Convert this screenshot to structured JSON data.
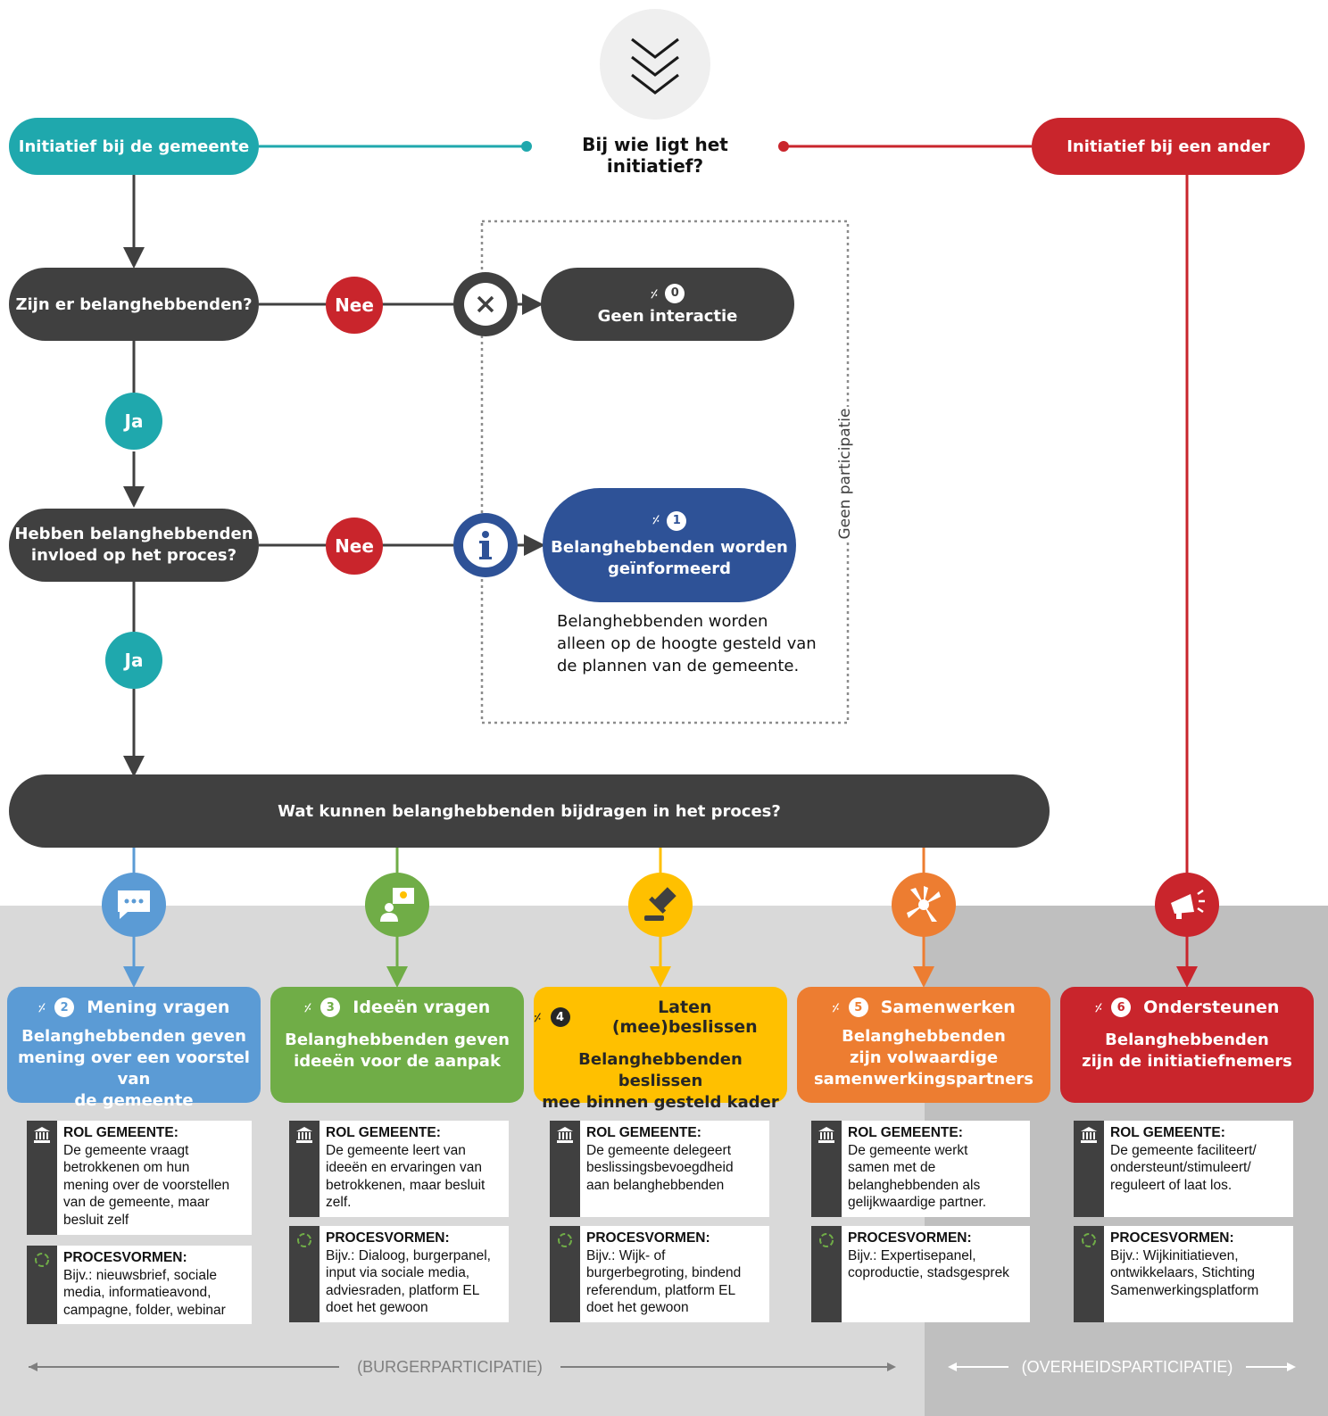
{
  "header": {
    "question": "Bij wie ligt het initiatief?",
    "left_start": "Initiatief bij de gemeente",
    "right_start": "Initiatief bij een ander"
  },
  "q1": {
    "text": "Zijn er belanghebbenden?",
    "no": "Nee",
    "yes": "Ja"
  },
  "q2": {
    "text_line1": "Hebben belanghebbenden",
    "text_line2": "invloed op het proces?",
    "no": "Nee",
    "yes": "Ja"
  },
  "level0": {
    "num": "0",
    "label": "Geen interactie"
  },
  "level1": {
    "num": "1",
    "label_line1": "Belanghebbenden worden",
    "label_line2": "geïnformeerd",
    "note_line1": "Belanghebbenden worden",
    "note_line2": "alleen op de hoogte gesteld van",
    "note_line3": "de plannen van de gemeente."
  },
  "geen_participatie": "Geen participatie",
  "contribution_question": "Wat kunnen belanghebbenden bijdragen in het proces?",
  "levels": [
    {
      "num": "2",
      "title": "Mening vragen",
      "desc1": "Belanghebbenden geven",
      "desc2": "mening over een voorstel van",
      "desc3": "de gemeente",
      "color": "#5b9bd5",
      "rol_title": "ROL GEMEENTE:",
      "rol_lines": [
        "De gemeente vraagt",
        "betrokkenen om hun",
        "mening over de voorstellen",
        "van de gemeente, maar",
        "besluit zelf"
      ],
      "proc_title": "PROCESVORMEN:",
      "proc_lines": [
        "Bijv.: nieuwsbrief, sociale",
        "media, informatieavond,",
        "campagne, folder, webinar"
      ]
    },
    {
      "num": "3",
      "title": "Ideeën vragen",
      "desc1": "Belanghebbenden geven",
      "desc2": "ideeën voor de aanpak",
      "desc3": "",
      "color": "#70ad47",
      "rol_title": "ROL GEMEENTE:",
      "rol_lines": [
        "De gemeente leert van",
        "ideeën en ervaringen van",
        "betrokkenen, maar besluit",
        "zelf."
      ],
      "proc_title": "PROCESVORMEN:",
      "proc_lines": [
        "Bijv.: Dialoog, burgerpanel,",
        "input via sociale media,",
        "adviesraden, platform EL",
        "doet het gewoon"
      ]
    },
    {
      "num": "4",
      "title": "Laten (mee)beslissen",
      "desc1": "Belanghebbenden beslissen",
      "desc2": "mee binnen gesteld kader",
      "desc3": "",
      "color": "#ffc000",
      "rol_title": "ROL GEMEENTE:",
      "rol_lines": [
        "De gemeente delegeert",
        "beslissingsbevoegdheid",
        "aan belanghebbenden"
      ],
      "proc_title": "PROCESVORMEN:",
      "proc_lines": [
        "Bijv.: Wijk- of",
        "burgerbegroting, bindend",
        "referendum, platform EL",
        "doet het gewoon"
      ]
    },
    {
      "num": "5",
      "title": "Samenwerken",
      "desc1": "Belanghebbenden",
      "desc2": "zijn volwaardige",
      "desc3": "samenwerkingspartners",
      "color": "#ed7d31",
      "rol_title": "ROL GEMEENTE:",
      "rol_lines": [
        "De gemeente werkt",
        "samen met de",
        "belanghebbenden als",
        "gelijkwaardige partner."
      ],
      "proc_title": "PROCESVORMEN:",
      "proc_lines": [
        "Bijv.: Expertisepanel,",
        "coproductie, stadsgesprek"
      ]
    },
    {
      "num": "6",
      "title": "Ondersteunen",
      "desc1": "Belanghebbenden",
      "desc2": "zijn de initiatiefnemers",
      "desc3": "",
      "color": "#c9252c",
      "rol_title": "ROL GEMEENTE:",
      "rol_lines": [
        "De gemeente faciliteert/",
        "ondersteunt/stimuleert/",
        "reguleert of laat los."
      ],
      "proc_title": "PROCESVORMEN:",
      "proc_lines": [
        "Bijv.: Wijkinitiatieven,",
        "ontwikkelaars, Stichting",
        "Samenwerkingsplatform"
      ]
    }
  ],
  "footer": {
    "left": "(BURGERPARTICIPATIE)",
    "right": "(OVERHEIDSPARTICIPATIE)"
  },
  "icons": [
    "chevrons-down-icon",
    "close-icon",
    "info-icon",
    "chat-icon",
    "idea-person-icon",
    "gavel-icon",
    "hands-together-icon",
    "megaphone-icon",
    "government-building-icon",
    "cycle-icon",
    "stairs-icon"
  ]
}
